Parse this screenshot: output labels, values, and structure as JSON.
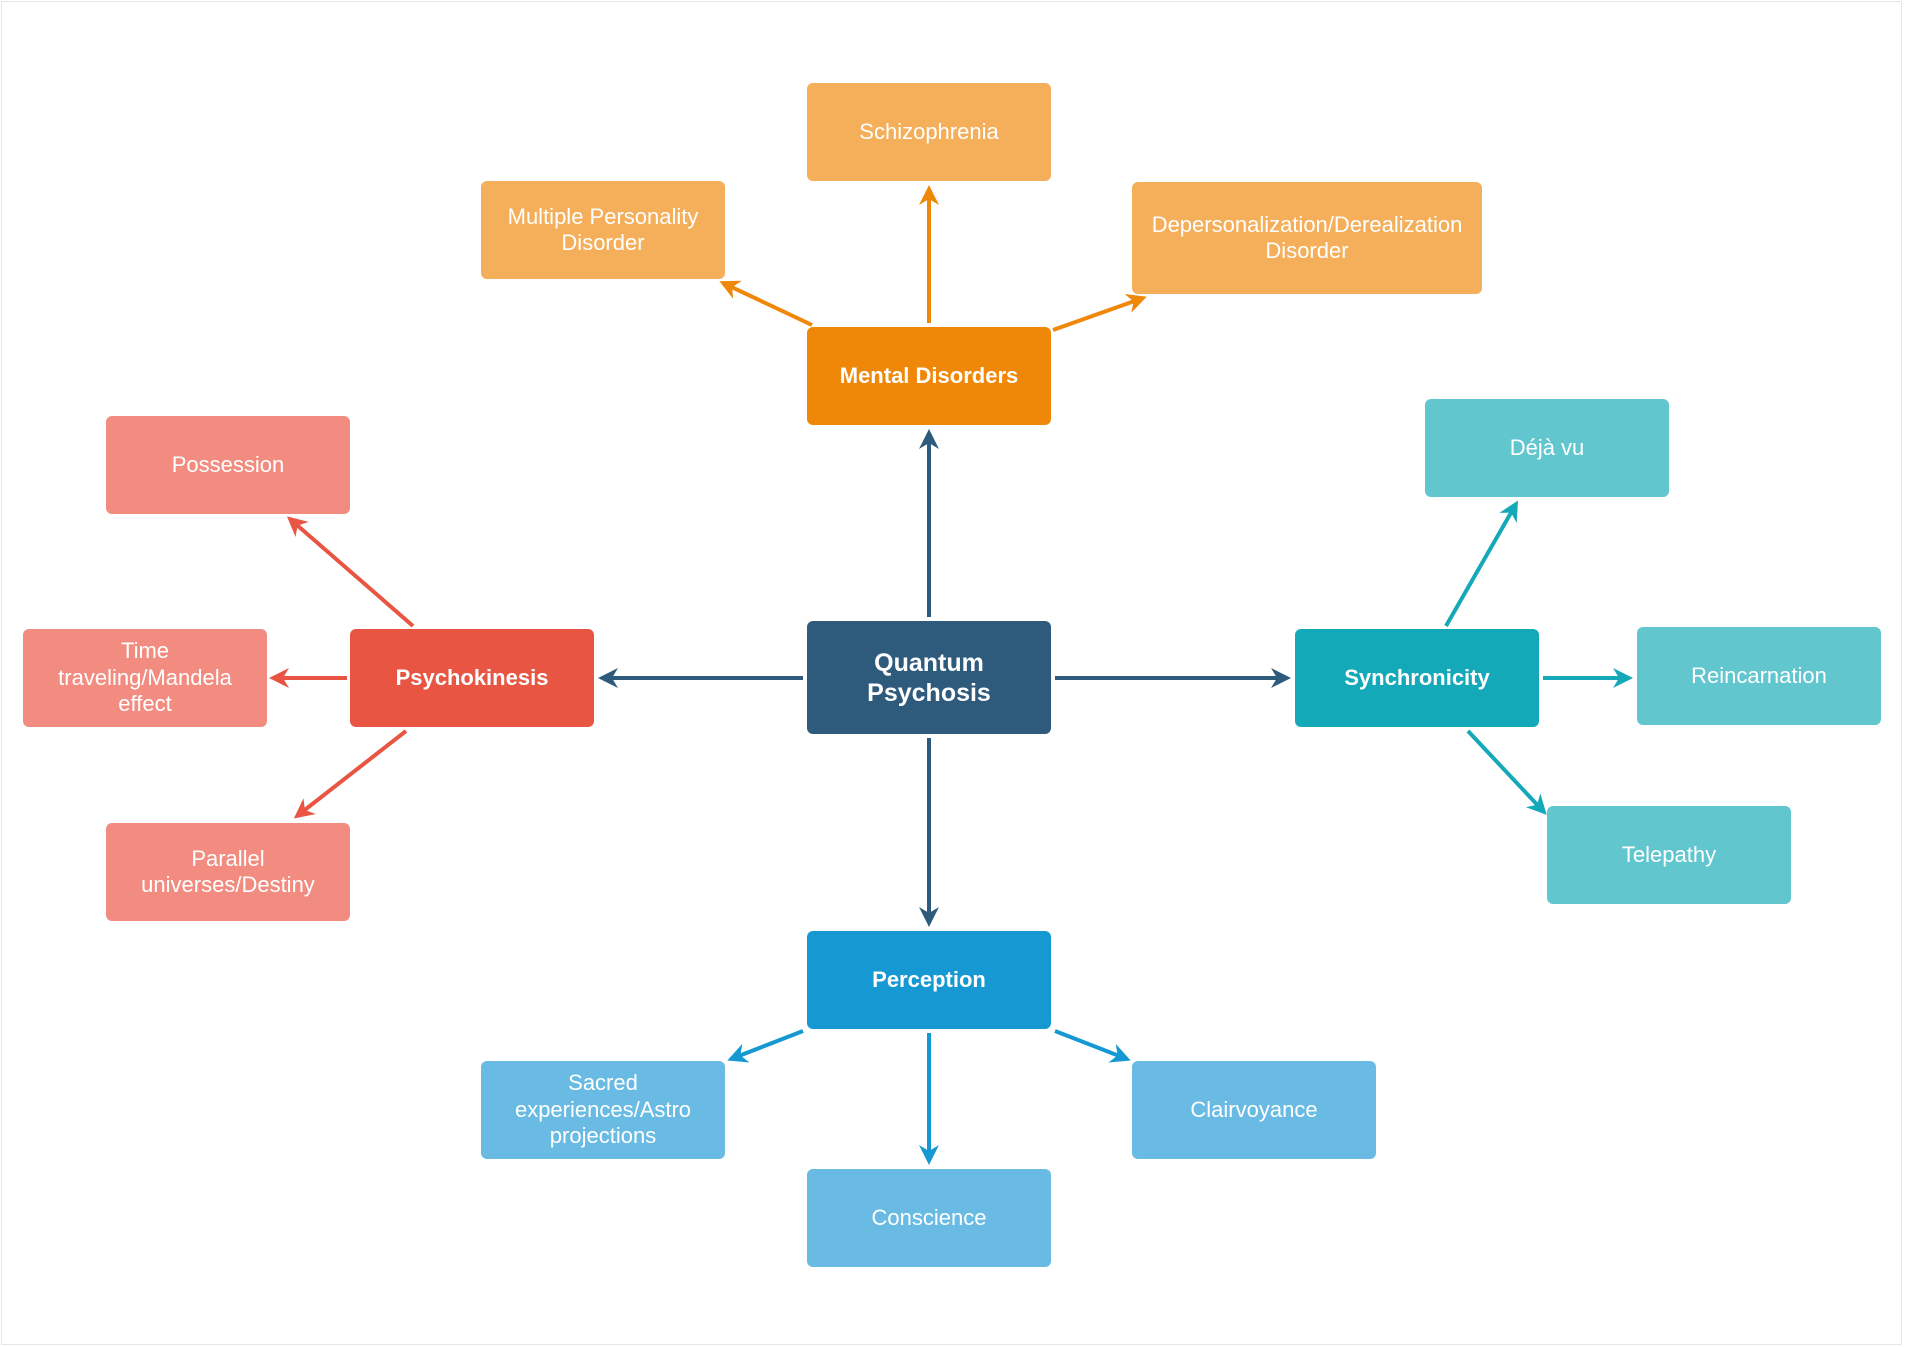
{
  "colors": {
    "root": "#2e5a7c",
    "mental_dark": "#ef8709",
    "mental_light": "#f5af5a",
    "psycho_dark": "#e85643",
    "psycho_light": "#f38c80",
    "sync_dark": "#14a9b8",
    "sync_light": "#62c6cf",
    "percep_dark": "#1699d3",
    "percep_light": "#69bbe4"
  },
  "nodes": {
    "root": "Quantum Psychosis",
    "mental": "Mental Disorders",
    "schizophrenia": "Schizophrenia",
    "multiple_personality": "Multiple Personality Disorder",
    "depersonalization": "Depersonalization/Derealization Disorder",
    "psychokinesis": "Psychokinesis",
    "possession": "Possession",
    "time_traveling": "Time traveling/Mandela effect",
    "parallel_universes": "Parallel universes/Destiny",
    "synchronicity": "Synchronicity",
    "deja_vu": "Déjà vu",
    "reincarnation": "Reincarnation",
    "telepathy": "Telepathy",
    "perception": "Perception",
    "sacred_experiences": "Sacred experiences/Astro projections",
    "conscience": "Conscience",
    "clairvoyance": "Clairvoyance"
  }
}
